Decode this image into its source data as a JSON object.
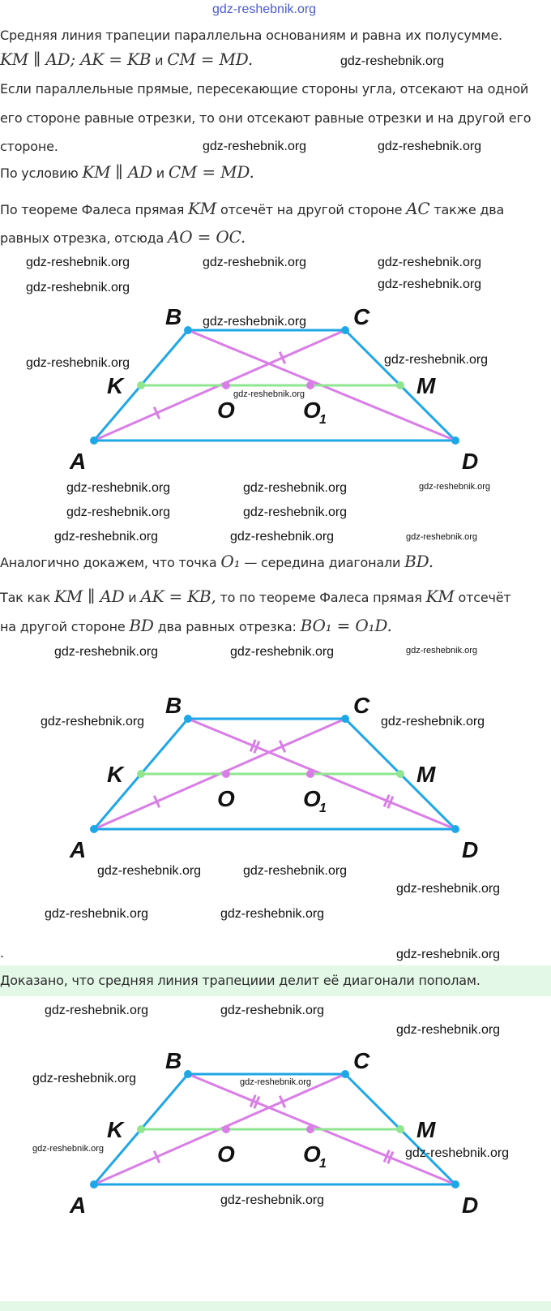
{
  "site": "gdz-reshebnik.org",
  "watermark": "gdz-reshebnik.org",
  "colors": {
    "side": "#1ea7e6",
    "diagonal": "#d97ee6",
    "midline": "#8fe68f",
    "band": "#e4f8e8"
  },
  "text_lines": [
    [
      {
        "t": "Средняя линия трапеции параллельна основаниям и равна их полусумме."
      }
    ],
    [
      {
        "t": "KM ∥ AD; AK = KB",
        "m": 1
      },
      {
        "t": " и "
      },
      {
        "t": "CM = MD.",
        "m": 1
      }
    ],
    [
      {
        "t": "Если параллельные прямые, пересекающие стороны угла, отсекают на одной"
      }
    ],
    [
      {
        "t": "его стороне равные отрезки, то они отсекают равные отрезки и на другой его"
      }
    ],
    [
      {
        "t": "стороне."
      }
    ],
    [
      {
        "t": "По условию "
      },
      {
        "t": "KM ∥ AD",
        "m": 1
      },
      {
        "t": " и "
      },
      {
        "t": "CM = MD.",
        "m": 1
      }
    ],
    [
      {
        "t": "По теореме Фалеса прямая "
      },
      {
        "t": "KM",
        "m": 1
      },
      {
        "t": " отсечёт на другой стороне "
      },
      {
        "t": "AC",
        "m": 1
      },
      {
        "t": " также два"
      }
    ],
    [
      {
        "t": "равных отрезка, отсюда "
      },
      {
        "t": "AO = OC.",
        "m": 1
      }
    ],
    [
      {
        "t": "Аналогично докажем, что точка "
      },
      {
        "t": "O₁",
        "m": 1
      },
      {
        "t": " — середина диагонали "
      },
      {
        "t": "BD.",
        "m": 1
      }
    ],
    [
      {
        "t": "Так как "
      },
      {
        "t": "KM ∥ AD",
        "m": 1
      },
      {
        "t": " и "
      },
      {
        "t": "AK = KB,",
        "m": 1
      },
      {
        "t": " то по теореме Фалеса прямая "
      },
      {
        "t": "KM",
        "m": 1
      },
      {
        "t": " отсечёт"
      }
    ],
    [
      {
        "t": "на другой стороне "
      },
      {
        "t": "BD",
        "m": 1
      },
      {
        "t": " два равных отрезка: "
      },
      {
        "t": "BO₁ = O₁D.",
        "m": 1
      }
    ],
    [
      {
        "t": "."
      }
    ]
  ],
  "conclusion": "Доказано, что средняя линия трапециии делит её диагонали пополам.",
  "diagram_labels": {
    "A": "A",
    "B": "B",
    "C": "C",
    "D": "D",
    "K": "K",
    "M": "M",
    "O": "O",
    "O1": "O",
    "O1_sub": "1"
  }
}
